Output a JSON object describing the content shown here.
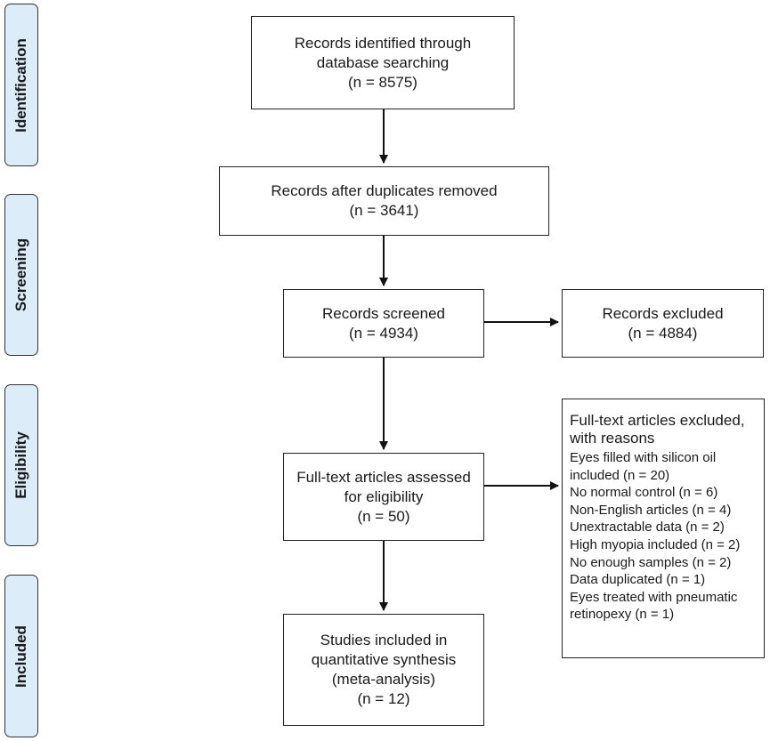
{
  "stages": [
    {
      "id": "identification",
      "label": "Identification"
    },
    {
      "id": "screening",
      "label": "Screening"
    },
    {
      "id": "eligibility",
      "label": "Eligibility"
    },
    {
      "id": "included",
      "label": "Included"
    }
  ],
  "boxes": {
    "identified": [
      "Records identified through",
      "database searching",
      "(n = 8575)"
    ],
    "deduplicated": [
      "Records after duplicates removed",
      "(n = 3641)"
    ],
    "screened": [
      "Records screened",
      "(n = 4934)"
    ],
    "excluded": [
      "Records excluded",
      "(n = 4884)"
    ],
    "fulltext": [
      "Full-text articles assessed",
      "for eligibility",
      "(n = 50)"
    ],
    "fulltext_excluded": {
      "heading": [
        "Full-text articles excluded,",
        "with reasons"
      ],
      "reasons": [
        "Eyes filled with silicon oil",
        "included (n = 20)",
        "No normal control (n = 6)",
        "Non-English articles (n = 4)",
        "Unextractable data (n = 2)",
        "High myopia included (n = 2)",
        "No enough samples (n = 2)",
        "Data duplicated (n = 1)",
        "Eyes treated with pneumatic",
        "retinopexy (n = 1)"
      ]
    },
    "included": [
      "Studies included in",
      "quantitative synthesis",
      "(meta-analysis)",
      "(n = 12)"
    ]
  }
}
